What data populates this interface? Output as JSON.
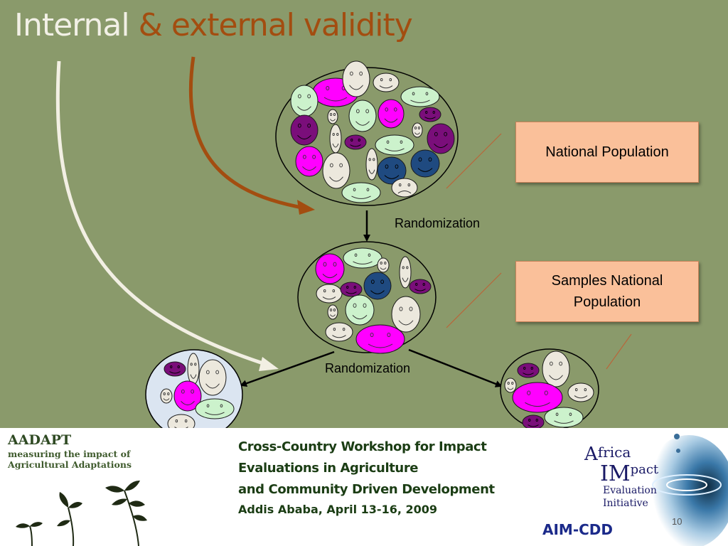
{
  "slide": {
    "title_part1": "Internal",
    "title_part2": " & external validity",
    "labels": {
      "national": "National Population",
      "samples": "Samples National Population",
      "randomization": "Randomization"
    }
  },
  "footer": {
    "aadapt_name": "AADAPT",
    "aadapt_subtitle": "measuring the impact of Agricultural Adaptations",
    "workshop_lines": [
      "Cross-Country Workshop for Impact",
      "Evaluations in Agriculture",
      "and Community Driven Development"
    ],
    "workshop_date": "Addis Ababa, April 13-16, 2009",
    "aim_logo": {
      "line1_a": "A",
      "line1_b": "frica",
      "line2_a": "IM",
      "line2_b": "pact",
      "line3": "Evaluation",
      "line4": "Initiative"
    },
    "aim_cdd": "AIM-CDD",
    "page_number": "10"
  },
  "colors": {
    "background": "#8a9a6b",
    "title_light": "#f2f0e6",
    "title_accent": "#a34d10",
    "label_fill": "#fac09a",
    "magenta": "#ff00ff",
    "purple": "#7a0e7a",
    "navy": "#1f4a80",
    "mint": "#ccf2cc",
    "cream": "#ece8dd"
  }
}
